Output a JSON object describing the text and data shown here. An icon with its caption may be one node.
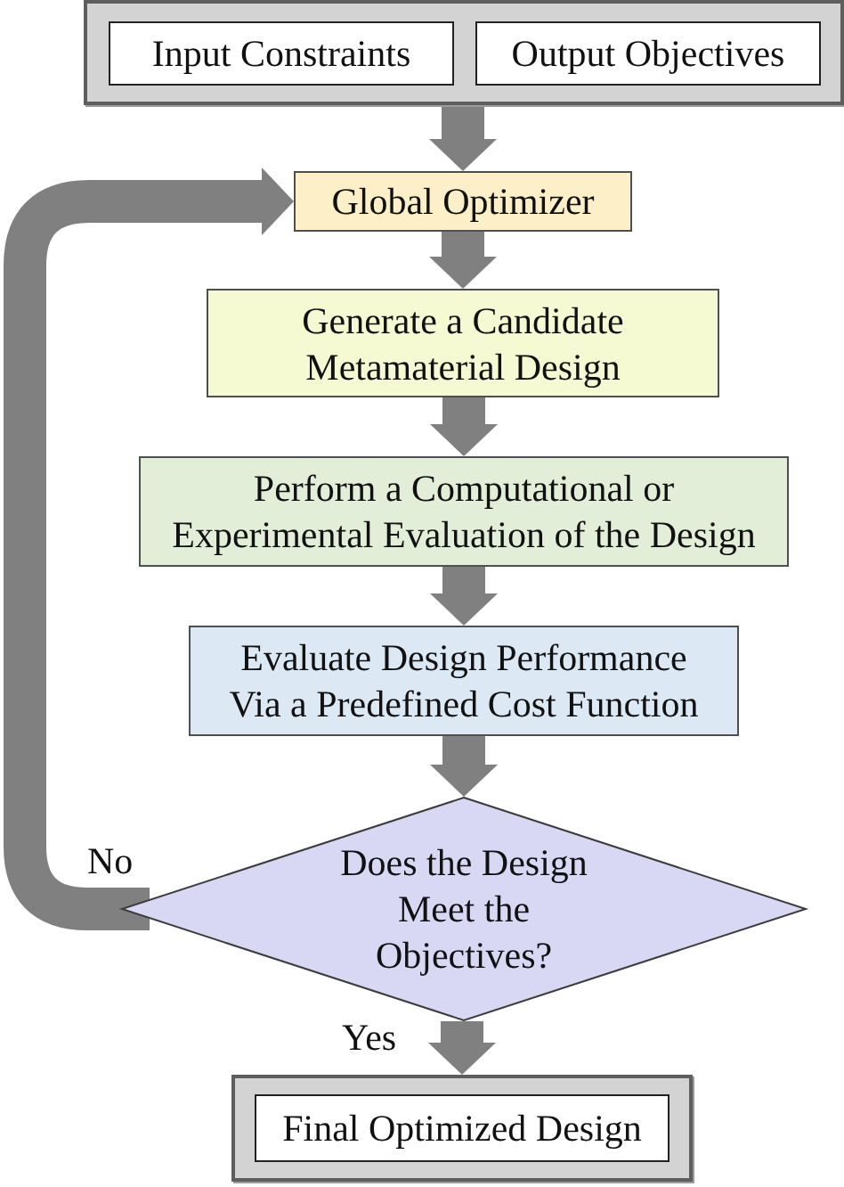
{
  "diagram": {
    "nodes": [
      {
        "text": [],
        "shape": "box"
      },
      {
        "text": [
          "Input Constraints"
        ],
        "in": 0
      },
      {
        "text": [
          "Output Objectives"
        ],
        "in": 0
      },
      {
        "text": [
          "Global Optimizer"
        ]
      },
      {
        "text": [
          "Generate a Candidate Metamaterial Design"
        ]
      },
      {
        "text": [
          "Perform a Computational or Experimental Evaluation of the Design"
        ]
      },
      {
        "text": [
          "Evaluate Design Performance Via a Predefined Cost Function"
        ]
      },
      {
        "text": [
          "Does the Design Meet the Objectives?"
        ]
      },
      {
        "text": [],
        "shape": "box"
      },
      {
        "text": [
          "Final Optimized Design"
        ],
        "in": 8
      }
    ],
    "edges": [
      {
        "from": 0,
        "to": 3,
        "arrow": "to"
      },
      {
        "from": 3,
        "to": 4,
        "arrow": "to"
      },
      {
        "from": 4,
        "to": 5,
        "arrow": "to"
      },
      {
        "from": 5,
        "to": 6,
        "arrow": "to"
      },
      {
        "from": 6,
        "to": 7,
        "arrow": "to"
      },
      {
        "from": 7,
        "to": 3,
        "arrow": "to",
        "label": "No"
      },
      {
        "from": 7,
        "to": 8,
        "arrow": "to",
        "label": "Yes"
      }
    ]
  }
}
